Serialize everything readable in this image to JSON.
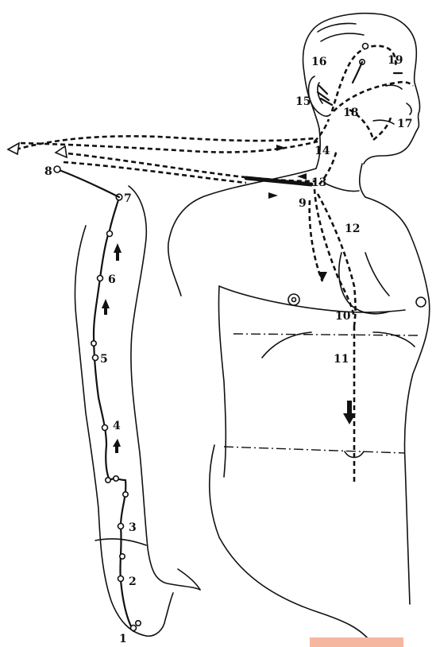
{
  "labels": {
    "p1": "1",
    "p2": "2",
    "p3": "3",
    "p4": "4",
    "p5": "5",
    "p6": "6",
    "p7": "7",
    "p8": "8",
    "p9": "9",
    "p10": "10",
    "p11": "11",
    "p12": "12",
    "p13": "13",
    "p14": "14",
    "p15": "15",
    "p16": "16",
    "p17": "17",
    "p18": "18",
    "p19": "19"
  },
  "colors": {
    "ink": "#111111",
    "paper": "#ffffff",
    "corner_strip": "#f6b7a0"
  }
}
